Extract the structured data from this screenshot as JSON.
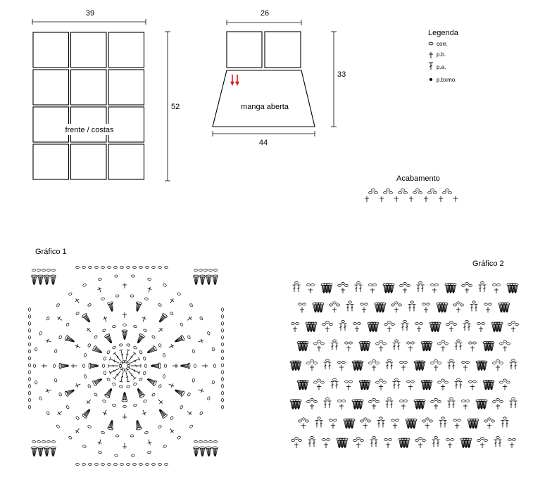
{
  "body_panel": {
    "width_label": "39",
    "height_label": "52",
    "caption": "frente / costas",
    "grid_columns": 3,
    "grid_rows": 4
  },
  "sleeve_panel": {
    "top_width_label": "26",
    "height_label": "33",
    "bottom_width_label": "44",
    "caption": "manga aberta",
    "arrow_color": "#e0141e"
  },
  "legend": {
    "title": "Legenda",
    "items": [
      {
        "symbol": "chain-oval-icon",
        "label": "corr."
      },
      {
        "symbol": "single-crochet-cross-icon",
        "label": "p.b."
      },
      {
        "symbol": "double-crochet-icon",
        "label": "p.a."
      },
      {
        "symbol": "slip-stitch-dot-icon",
        "label": "p.bxmo."
      }
    ]
  },
  "finishing": {
    "title": "Acabamento"
  },
  "chart1": {
    "title": "Gráfico 1"
  },
  "chart2": {
    "title": "Gráfico 2",
    "rows": 9
  }
}
